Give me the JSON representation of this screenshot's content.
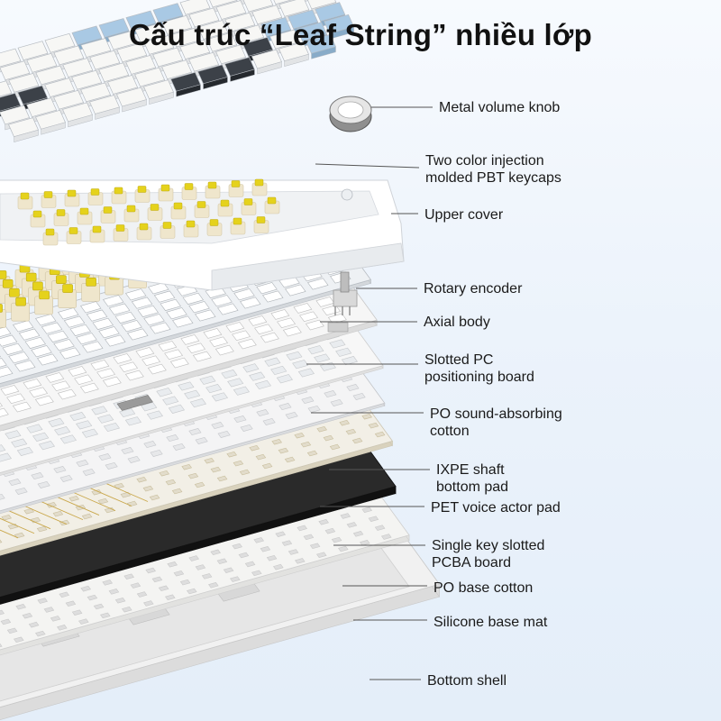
{
  "title": "Cấu trúc “Leaf String” nhiều lớp",
  "labels": [
    {
      "id": "knob",
      "lines": [
        "Metal volume knob"
      ]
    },
    {
      "id": "keycaps",
      "lines": [
        "Two color injection",
        "molded PBT keycaps"
      ]
    },
    {
      "id": "cover",
      "lines": [
        "Upper cover"
      ]
    },
    {
      "id": "encoder",
      "lines": [
        "Rotary encoder"
      ]
    },
    {
      "id": "axial",
      "lines": [
        "Axial body"
      ]
    },
    {
      "id": "pcboard",
      "lines": [
        "Slotted PC",
        "positioning board"
      ]
    },
    {
      "id": "cotton",
      "lines": [
        "PO sound-absorbing",
        "cotton"
      ]
    },
    {
      "id": "ixpe",
      "lines": [
        "IXPE shaft",
        "bottom pad"
      ]
    },
    {
      "id": "pet",
      "lines": [
        "PET voice actor pad"
      ]
    },
    {
      "id": "pcba",
      "lines": [
        "Single key slotted",
        "PCBA board"
      ]
    },
    {
      "id": "pobase",
      "lines": [
        "PO base cotton"
      ]
    },
    {
      "id": "silicone",
      "lines": [
        "Silicone base mat"
      ]
    },
    {
      "id": "shell",
      "lines": [
        "Bottom shell"
      ]
    }
  ],
  "colors": {
    "background": "#eaf2fb",
    "keycap_white": "#f7f7f5",
    "keycap_blue": "#a9c9e4",
    "keycap_dark": "#3c4148",
    "switch_yellow": "#e5d21c",
    "switch_cream": "#efe6cc",
    "pcba_dark": "#151515",
    "leader_line": "#555555"
  }
}
